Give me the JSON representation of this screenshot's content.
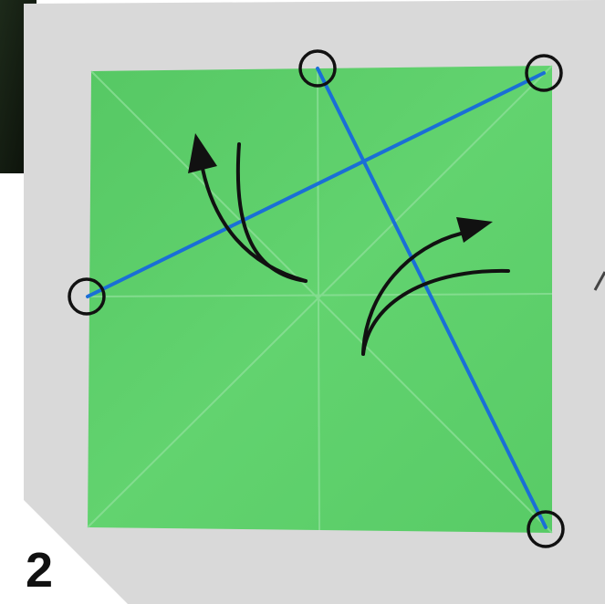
{
  "diagram": {
    "step_number": "2",
    "colors": {
      "paper": "#5ccf69",
      "paper_crease": "#8fe09a",
      "fold_line": "#1a6fd6",
      "marker": "#111111",
      "arrow": "#111111",
      "background_board": "#d9d9d9"
    },
    "fold_lines": [
      {
        "name": "fold-line-left-to-top-right"
      },
      {
        "name": "fold-line-top-to-bottom-right"
      }
    ],
    "markers": [
      {
        "name": "top-marker"
      },
      {
        "name": "top-right-marker"
      },
      {
        "name": "left-marker"
      },
      {
        "name": "bottom-right-marker"
      }
    ],
    "arrows": [
      {
        "name": "fold-arrow-upper-left",
        "direction": "up-left"
      },
      {
        "name": "fold-arrow-right",
        "direction": "up-right"
      }
    ]
  }
}
